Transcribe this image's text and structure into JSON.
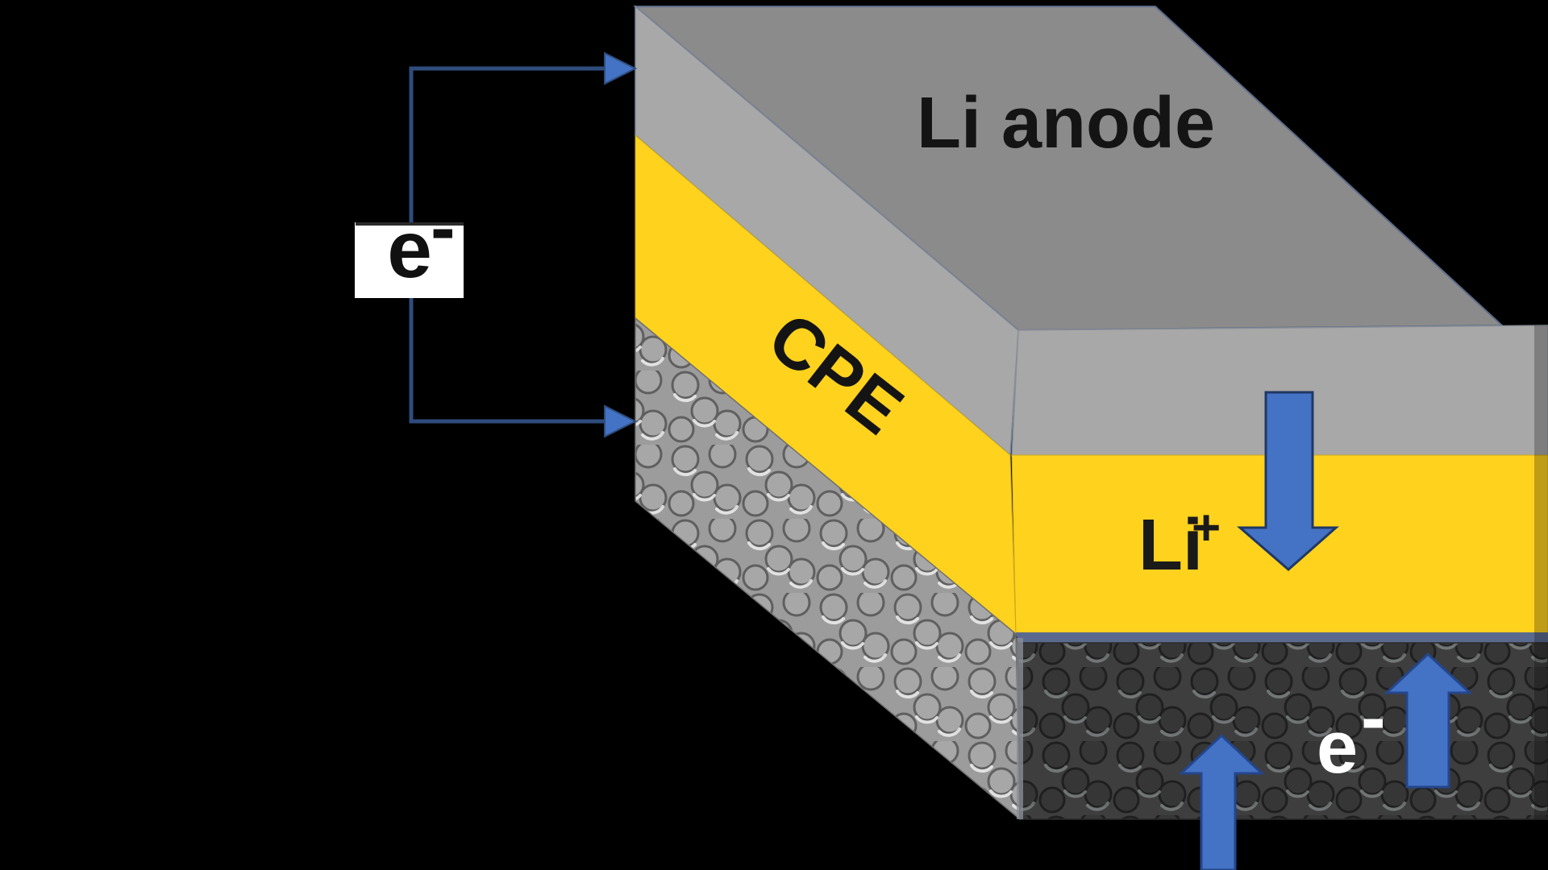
{
  "diagram": {
    "background_color": "#000000",
    "anode": {
      "label": "Li anode",
      "top_color": "#8b8b8b",
      "front_color": "#a8a8a8",
      "side_color": "#a8a8a8",
      "label_color": "#141414"
    },
    "electrolyte": {
      "label": "CPE",
      "color": "#ffd21e",
      "label_color": "#141414"
    },
    "cathode": {
      "front_color": "#3e3e3e",
      "side_color": "#9c9c9c",
      "interface_line_color": "#5a6a8e"
    },
    "li_ion_label": {
      "base": "Li",
      "sup": "+",
      "color": "#1a1a1a"
    },
    "electron_label": {
      "base": "e",
      "sup": "-",
      "color": "#ffffff"
    },
    "circuit": {
      "label_base": "e",
      "label_sup": "-",
      "line_color": "#2e4d7d",
      "box_color": "#ffffff"
    },
    "arrows": {
      "fill": "#4472c4",
      "outline": "#24468c"
    }
  }
}
